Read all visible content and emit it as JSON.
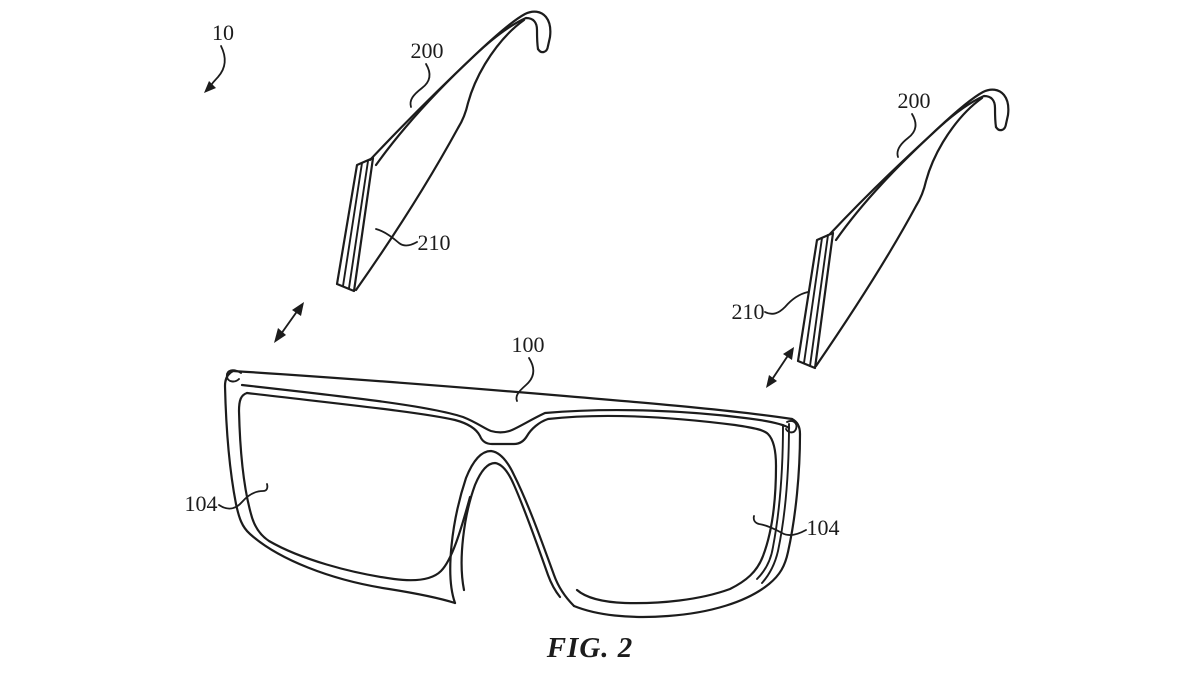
{
  "figure": {
    "caption": "FIG. 2",
    "ink_color": "#1c1c1c",
    "background_color": "#ffffff",
    "labels": {
      "assembly": "10",
      "temple_left": "200",
      "temple_right": "200",
      "attachment_edge_left": "210",
      "attachment_edge_right": "210",
      "frame_front": "100",
      "lens_left": "104",
      "lens_right": "104"
    }
  }
}
